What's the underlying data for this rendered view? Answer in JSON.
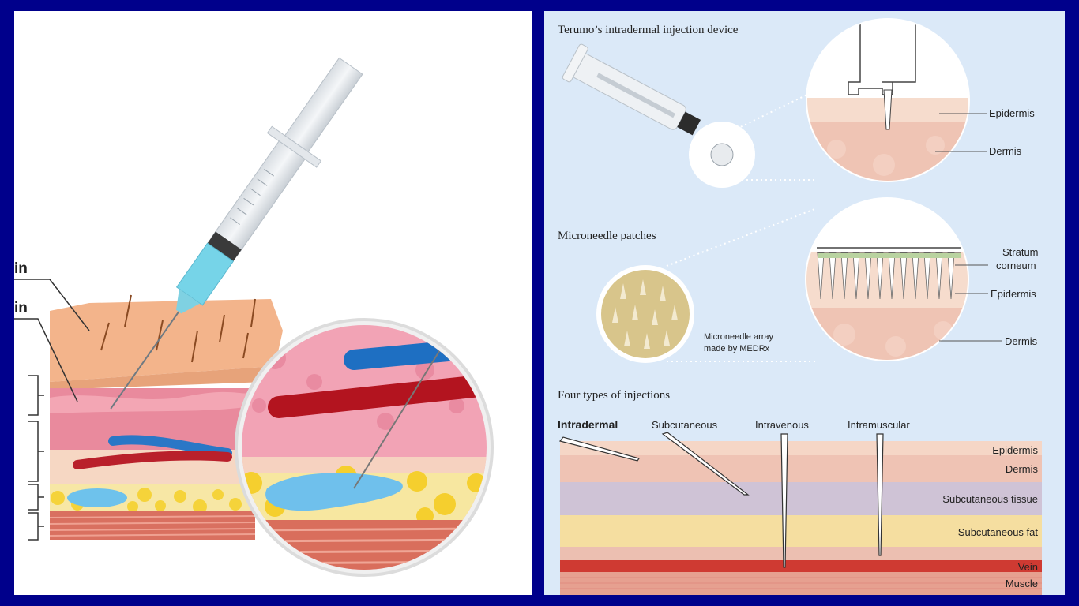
{
  "left_diagram": {
    "labels": [
      "in",
      "in"
    ]
  },
  "right_diagram": {
    "sections": {
      "device_title": "Terumo’s intradermal injection device",
      "patch_title": "Microneedle patches",
      "injection_title": "Four types of injections"
    },
    "device_callouts": {
      "epidermis": "Epidermis",
      "dermis": "Dermis"
    },
    "patch_callouts": {
      "stratum_1": "Stratum",
      "stratum_2": "corneum",
      "epidermis": "Epidermis",
      "dermis": "Dermis"
    },
    "microneedle_caption_1": "Microneedle array",
    "microneedle_caption_2": "made by MEDRx",
    "injection_types": [
      "Intradermal",
      "Subcutaneous",
      "Intravenous",
      "Intramuscular"
    ],
    "tissue_layers": [
      "Epidermis",
      "Dermis",
      "Subcutaneous tissue",
      "Subcutaneous fat",
      "Vein",
      "Muscle"
    ]
  }
}
